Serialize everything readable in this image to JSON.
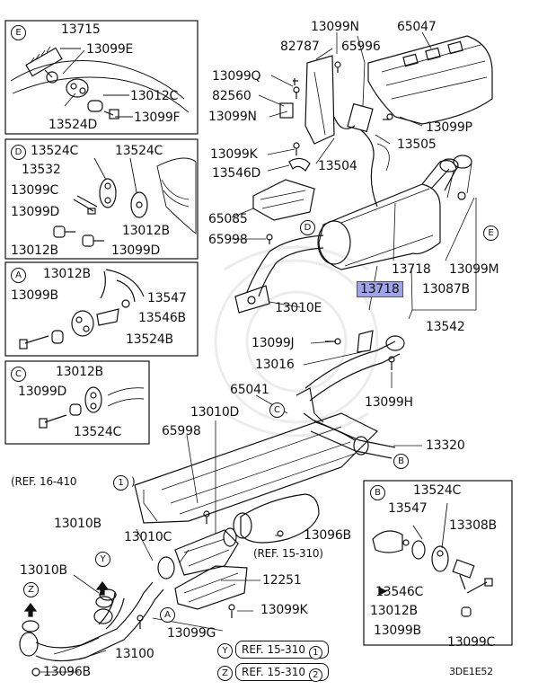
{
  "diagram": {
    "code": "3DE1E52",
    "inset_E": {
      "letter": "E",
      "labels": [
        "13715",
        "13099E",
        "13012C",
        "13524D",
        "13099F"
      ]
    },
    "inset_D": {
      "letter": "D",
      "labels": [
        "13524C",
        "13524C",
        "13532",
        "13099C",
        "13099D",
        "13012B",
        "13012B",
        "13099D"
      ]
    },
    "inset_A": {
      "letter": "A",
      "labels": [
        "13012B",
        "13099B",
        "13547",
        "13546B",
        "13524B"
      ]
    },
    "inset_C": {
      "letter": "C",
      "labels": [
        "13012B",
        "13099D",
        "13524C"
      ]
    },
    "inset_B": {
      "letter": "B",
      "labels": [
        "13524C",
        "13547",
        "13308B",
        "13546C",
        "13012B",
        "13099B",
        "13099C"
      ]
    },
    "main_labels": {
      "p13099N_top": "13099N",
      "p65047": "65047",
      "p82787": "82787",
      "p65996": "65996",
      "p13099Q": "13099Q",
      "p82560": "82560",
      "p13099N": "13099N",
      "p13099P": "13099P",
      "p13099K": "13099K",
      "p13505": "13505",
      "p13546D": "13546D",
      "p13504": "13504",
      "p65085": "65085",
      "p65998_top": "65998",
      "p13718": "13718",
      "p13099M": "13099M",
      "p13718_hl": "13718",
      "p13087B": "13087B",
      "p13010E": "13010E",
      "p13542": "13542",
      "p13099J": "13099J",
      "p13016": "13016",
      "p13099H": "13099H",
      "p65041": "65041",
      "p13010D": "13010D",
      "p65998": "65998",
      "p13320": "13320",
      "p13010B": "13010B",
      "p13010C": "13010C",
      "p13096B_right": "13096B",
      "p12251": "12251",
      "p13010B_left": "13010B",
      "p13099K_bottom": "13099K",
      "p13099G": "13099G",
      "p13100": "13100",
      "p13096B": "13096B"
    },
    "refs": {
      "ref_16_410": "(REF. 16-410",
      "ref_16_410_num": "1",
      "ref_15_310_mid": "(REF. 15-310)",
      "ref_bottom_1": "REF. 15-310",
      "ref_bottom_1_num": "1",
      "ref_bottom_2": "REF. 15-310",
      "ref_bottom_2_num": "2"
    },
    "callouts": {
      "D": "D",
      "E": "E",
      "C": "C",
      "B": "B",
      "A": "A",
      "Y": "Y",
      "Z": "Z",
      "Y2": "Y",
      "Z2": "Z"
    },
    "highlight_color": "#9fa4e8"
  }
}
